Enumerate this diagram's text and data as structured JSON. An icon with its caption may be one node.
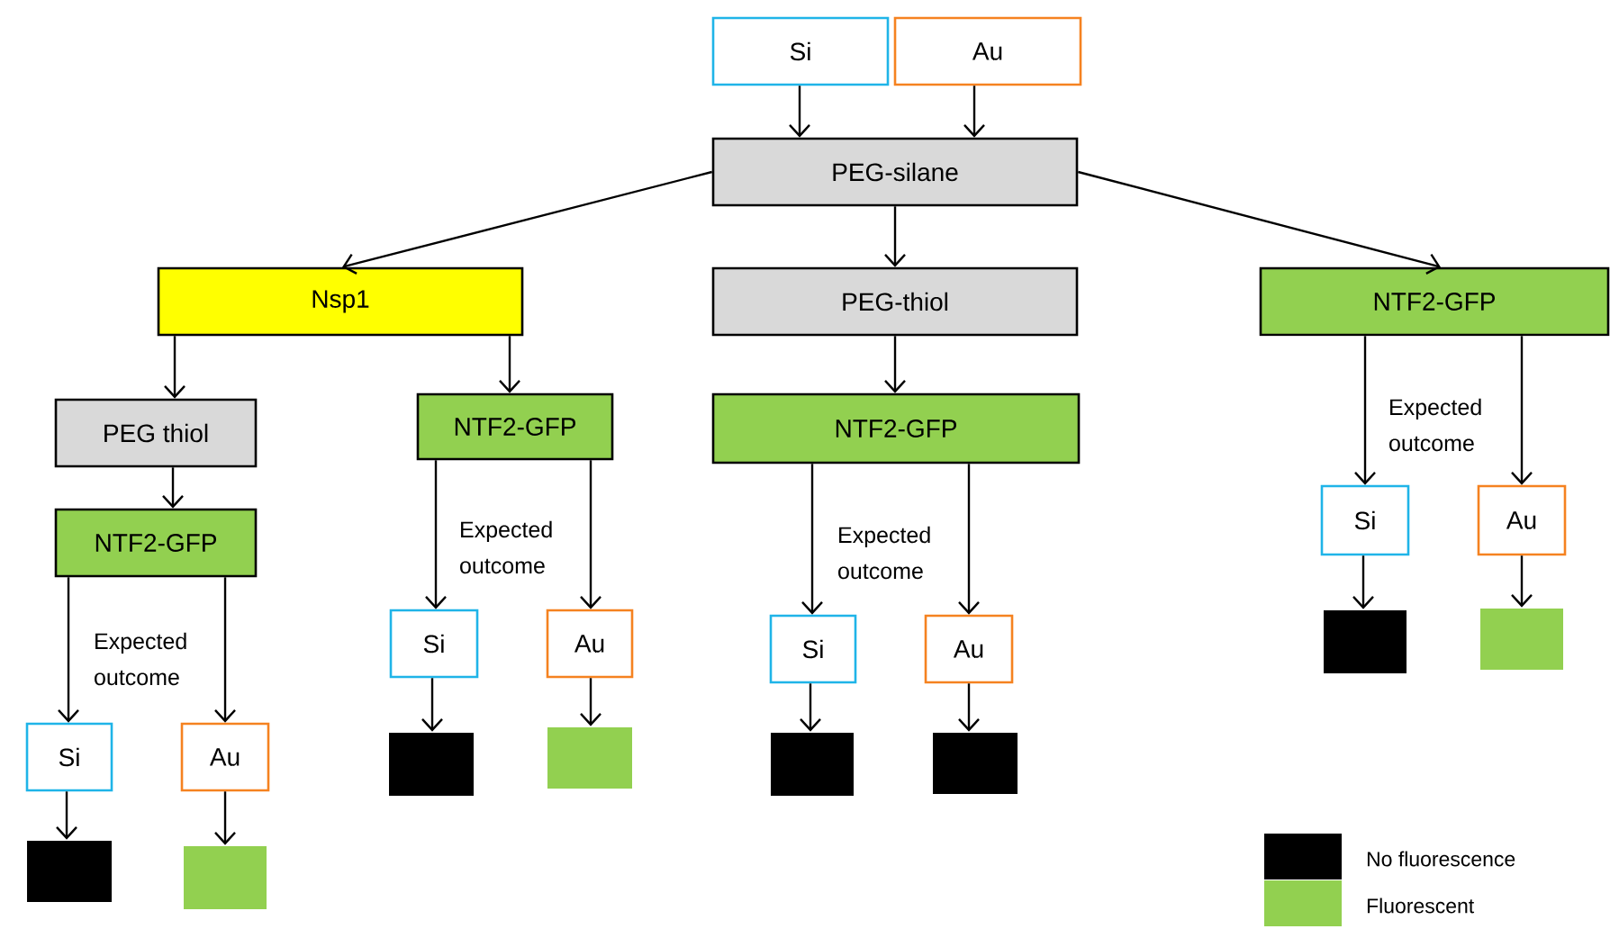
{
  "diagram": {
    "nodes": [
      {
        "text": [
          "Si"
        ]
      },
      {
        "text": [
          "Au"
        ]
      },
      {
        "text": [
          "PEG-silane"
        ]
      },
      {
        "text": [
          "Nsp1"
        ]
      },
      {
        "text": [
          "PEG-thiol"
        ]
      },
      {
        "text": [
          "NTF2-GFP"
        ]
      },
      {
        "text": [
          "PEG thiol"
        ]
      },
      {
        "text": [
          "NTF2-GFP"
        ]
      },
      {
        "text": [
          "Si"
        ]
      },
      {
        "text": [
          "Au"
        ]
      },
      {
        "text": [],
        "shape": "box"
      },
      {
        "text": [],
        "shape": "box"
      },
      {
        "text": [
          "NTF2-GFP"
        ]
      },
      {
        "text": [
          "Si"
        ]
      },
      {
        "text": [
          "Au"
        ]
      },
      {
        "text": [],
        "shape": "box"
      },
      {
        "text": [],
        "shape": "box"
      },
      {
        "text": [
          "NTF2-GFP"
        ]
      },
      {
        "text": [
          "Si"
        ]
      },
      {
        "text": [
          "Au"
        ]
      },
      {
        "text": [],
        "shape": "box"
      },
      {
        "text": [],
        "shape": "box"
      },
      {
        "text": [
          "Si"
        ]
      },
      {
        "text": [
          "Au"
        ]
      },
      {
        "text": [],
        "shape": "box"
      },
      {
        "text": [],
        "shape": "box"
      }
    ],
    "edges": [
      {
        "from": 0,
        "to": 2,
        "arrow": "to"
      },
      {
        "from": 1,
        "to": 2,
        "arrow": "to"
      },
      {
        "from": 2,
        "to": 3,
        "arrow": "to"
      },
      {
        "from": 2,
        "to": 4,
        "arrow": "to"
      },
      {
        "from": 2,
        "to": 5,
        "arrow": "to"
      },
      {
        "from": 3,
        "to": 6,
        "arrow": "to"
      },
      {
        "from": 3,
        "to": 12,
        "arrow": "to"
      },
      {
        "from": 6,
        "to": 7,
        "arrow": "to"
      },
      {
        "from": 7,
        "to": 8,
        "arrow": "to"
      },
      {
        "from": 7,
        "to": 9,
        "arrow": "to"
      },
      {
        "from": 8,
        "to": 10,
        "arrow": "to"
      },
      {
        "from": 9,
        "to": 11,
        "arrow": "to"
      },
      {
        "from": 12,
        "to": 13,
        "arrow": "to"
      },
      {
        "from": 12,
        "to": 14,
        "arrow": "to"
      },
      {
        "from": 13,
        "to": 15,
        "arrow": "to"
      },
      {
        "from": 14,
        "to": 16,
        "arrow": "to"
      },
      {
        "from": 4,
        "to": 17,
        "arrow": "to"
      },
      {
        "from": 17,
        "to": 18,
        "arrow": "to"
      },
      {
        "from": 17,
        "to": 19,
        "arrow": "to"
      },
      {
        "from": 18,
        "to": 20,
        "arrow": "to"
      },
      {
        "from": 19,
        "to": 21,
        "arrow": "to"
      },
      {
        "from": 5,
        "to": 22,
        "arrow": "to"
      },
      {
        "from": 5,
        "to": 23,
        "arrow": "to"
      },
      {
        "from": 22,
        "to": 24,
        "arrow": "to"
      },
      {
        "from": 23,
        "to": 25,
        "arrow": "to"
      }
    ],
    "labels": [
      "Expected outcome",
      "Expected outcome",
      "Expected outcome",
      "Expected outcome"
    ],
    "legend": [
      {
        "text": "No fluorescence",
        "color": "#000000"
      },
      {
        "text": "Fluorescent",
        "color": "#92d050"
      }
    ]
  }
}
